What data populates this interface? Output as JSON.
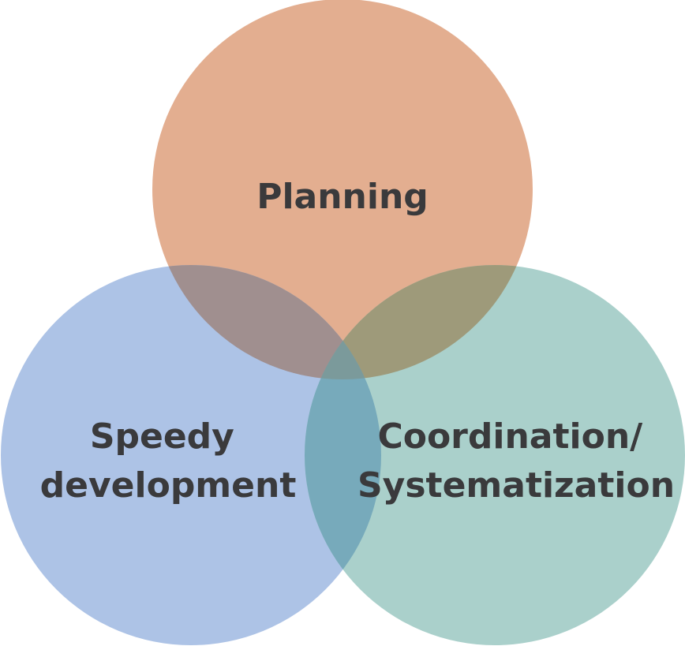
{
  "diagram": {
    "type": "venn",
    "sets": [
      {
        "id": "planning",
        "lines": [
          "Planning"
        ],
        "color": "#e3ae90"
      },
      {
        "id": "speedy-development",
        "lines": [
          "Speedy",
          "development"
        ],
        "color": "#adc3e6"
      },
      {
        "id": "coordination-systematization",
        "lines": [
          "Coordination/",
          "Systematization"
        ],
        "color": "#aad0cb"
      }
    ],
    "overlap_colors": {
      "planning_speedy": "#a08f8f",
      "planning_coordination": "#9e9a7a",
      "speedy_coordination": "#77aabb",
      "all_three": "#7b9a9b"
    }
  }
}
